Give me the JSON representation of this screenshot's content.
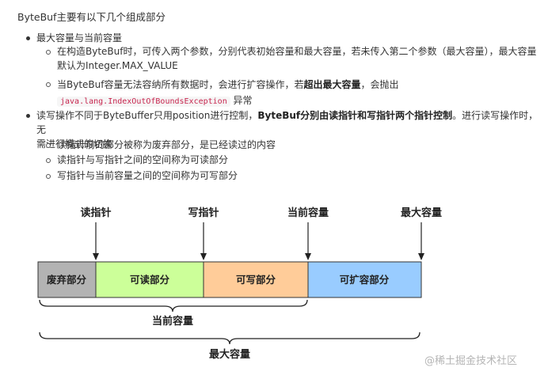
{
  "intro": "ByteBuf主要有以下几个组成部分",
  "list": [
    {
      "title": "最大容量与当前容量",
      "children": [
        {
          "line1": "在构造ByteBuf时，可传入两个参数，分别代表初始容量和最大容量，若未传入第二个参数（最大容量），最大容量",
          "line2": "默认为Integer.MAX_VALUE"
        },
        {
          "pre": "当ByteBuf容量无法容纳所有数据时，会进行扩容操作，若",
          "bold": "超出最大容量",
          "post": "，会抛出",
          "code": "java.lang.IndexOutOfBoundsException",
          "code_after": "异常"
        }
      ]
    },
    {
      "pre": "读写操作不同于ByteBuffer只用position进行控制，",
      "bold": "ByteBuf分别由读指针和写指针两个指针控制",
      "post": "。进行读写操作时，无",
      "line2": "需进行模式的切换",
      "children": [
        "读指针前的部分被称为废弃部分，是已经读过的内容",
        "读指针与写指针之间的空间称为可读部分",
        "写指针与当前容量之间的空间称为可写部分"
      ]
    }
  ],
  "diagram": {
    "pointers": [
      "读指针",
      "写指针",
      "当前容量",
      "最大容量"
    ],
    "segments": [
      {
        "label": "废弃部分",
        "color": "#b3b3b3"
      },
      {
        "label": "可读部分",
        "color": "#ccff99"
      },
      {
        "label": "可写部分",
        "color": "#ffcc99"
      },
      {
        "label": "可扩容部分",
        "color": "#99ccff"
      }
    ],
    "brace_current": "当前容量",
    "brace_max": "最大容量"
  },
  "watermark": "@稀土掘金技术社区"
}
